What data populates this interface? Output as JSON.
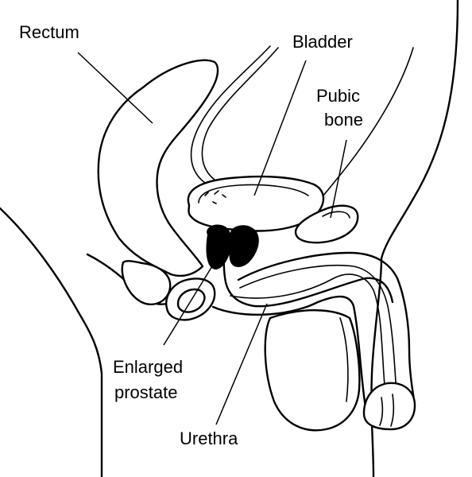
{
  "labels": {
    "rectum": "Rectum",
    "bladder": "Bladder",
    "pubic_bone_line1": "Pubic",
    "pubic_bone_line2": "bone",
    "enlarged_prostate_line1": "Enlarged",
    "enlarged_prostate_line2": "prostate",
    "urethra": "Urethra"
  },
  "colors": {
    "line": "#000000",
    "background": "#ffffff",
    "prostate_fill": "#000000"
  }
}
